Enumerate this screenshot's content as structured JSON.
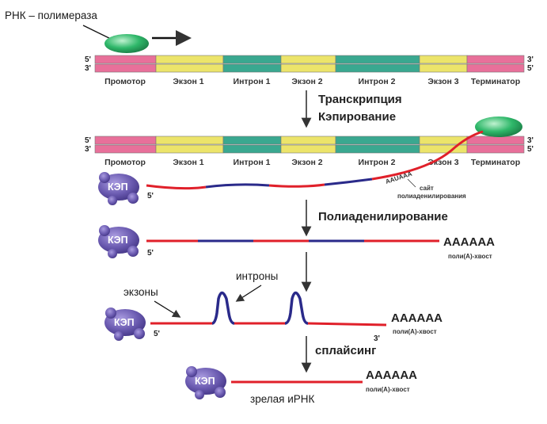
{
  "title": "РНК – полимераза",
  "strand": {
    "top_left": "5'",
    "bottom_left": "3'",
    "top_right": "3'",
    "bottom_right": "5'"
  },
  "segments": [
    {
      "label": "Промотор",
      "color": "#e8709a"
    },
    {
      "label": "Экзон 1",
      "color": "#ece46a"
    },
    {
      "label": "Интрон 1",
      "color": "#3aa890"
    },
    {
      "label": "Экзон 2",
      "color": "#ece46a"
    },
    {
      "label": "Интрон 2",
      "color": "#3aa890"
    },
    {
      "label": "Экзон 3",
      "color": "#ece46a"
    },
    {
      "label": "Терминатор",
      "color": "#e8709a"
    }
  ],
  "steps": {
    "transcription": "Транскрипция",
    "capping": "Кэпирование",
    "polyadenylation": "Полиаденилирование",
    "splicing": "сплайсинг"
  },
  "cap": "КЭП",
  "five_prime": "5'",
  "three_prime": "3'",
  "signal": "AAUAAA",
  "site_line1": "сайт",
  "site_line2": "полиаденилирования",
  "poly_a": "AAAAAA",
  "tail_label": "поли(A)-хвост",
  "exons_label": "экзоны",
  "introns_label": "интроны",
  "mature_label": "зрелая иРНК",
  "colors": {
    "exon_rna": "#e0202a",
    "intron_rna": "#2a2a8a",
    "cap": "#6a5ab0",
    "polymerase": "#2fb86a"
  }
}
